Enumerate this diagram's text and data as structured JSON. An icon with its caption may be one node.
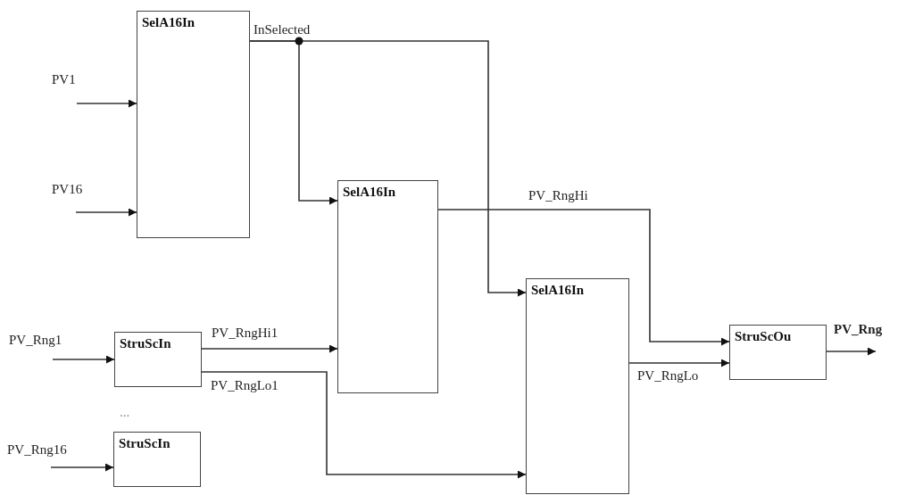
{
  "diagram": {
    "nodes": [
      {
        "text": [
          "SelA16In"
        ]
      },
      {
        "text": [
          "SelA16In"
        ]
      },
      {
        "text": [
          "SelA16In"
        ]
      },
      {
        "text": [
          "StruScIn"
        ]
      },
      {
        "text": [
          "StruScIn"
        ]
      },
      {
        "text": [
          "StruScOu"
        ]
      }
    ],
    "edges": [
      {
        "from": null,
        "to": 0,
        "arrow": "to",
        "label": "PV1"
      },
      {
        "from": null,
        "to": 0,
        "arrow": "to",
        "label": "PV16"
      },
      {
        "from": 0,
        "to": 1,
        "arrow": "to",
        "label": "InSelected"
      },
      {
        "from": 0,
        "to": 2,
        "arrow": "to"
      },
      {
        "from": null,
        "to": 3,
        "arrow": "to",
        "label": "PV_Rng1"
      },
      {
        "from": null,
        "to": 4,
        "arrow": "to",
        "label": "PV_Rng16"
      },
      {
        "from": 3,
        "to": 1,
        "arrow": "to",
        "label": "PV_RngHi1"
      },
      {
        "from": 3,
        "to": 2,
        "arrow": "to",
        "label": "PV_RngLo1"
      },
      {
        "from": 1,
        "to": 5,
        "arrow": "to",
        "label": "PV_RngHi"
      },
      {
        "from": 2,
        "to": 5,
        "arrow": "to",
        "label": "PV_RngLo"
      },
      {
        "from": 5,
        "to": null,
        "arrow": "to",
        "label": "**PV_Rng**"
      }
    ],
    "labels": [
      "..."
    ]
  }
}
